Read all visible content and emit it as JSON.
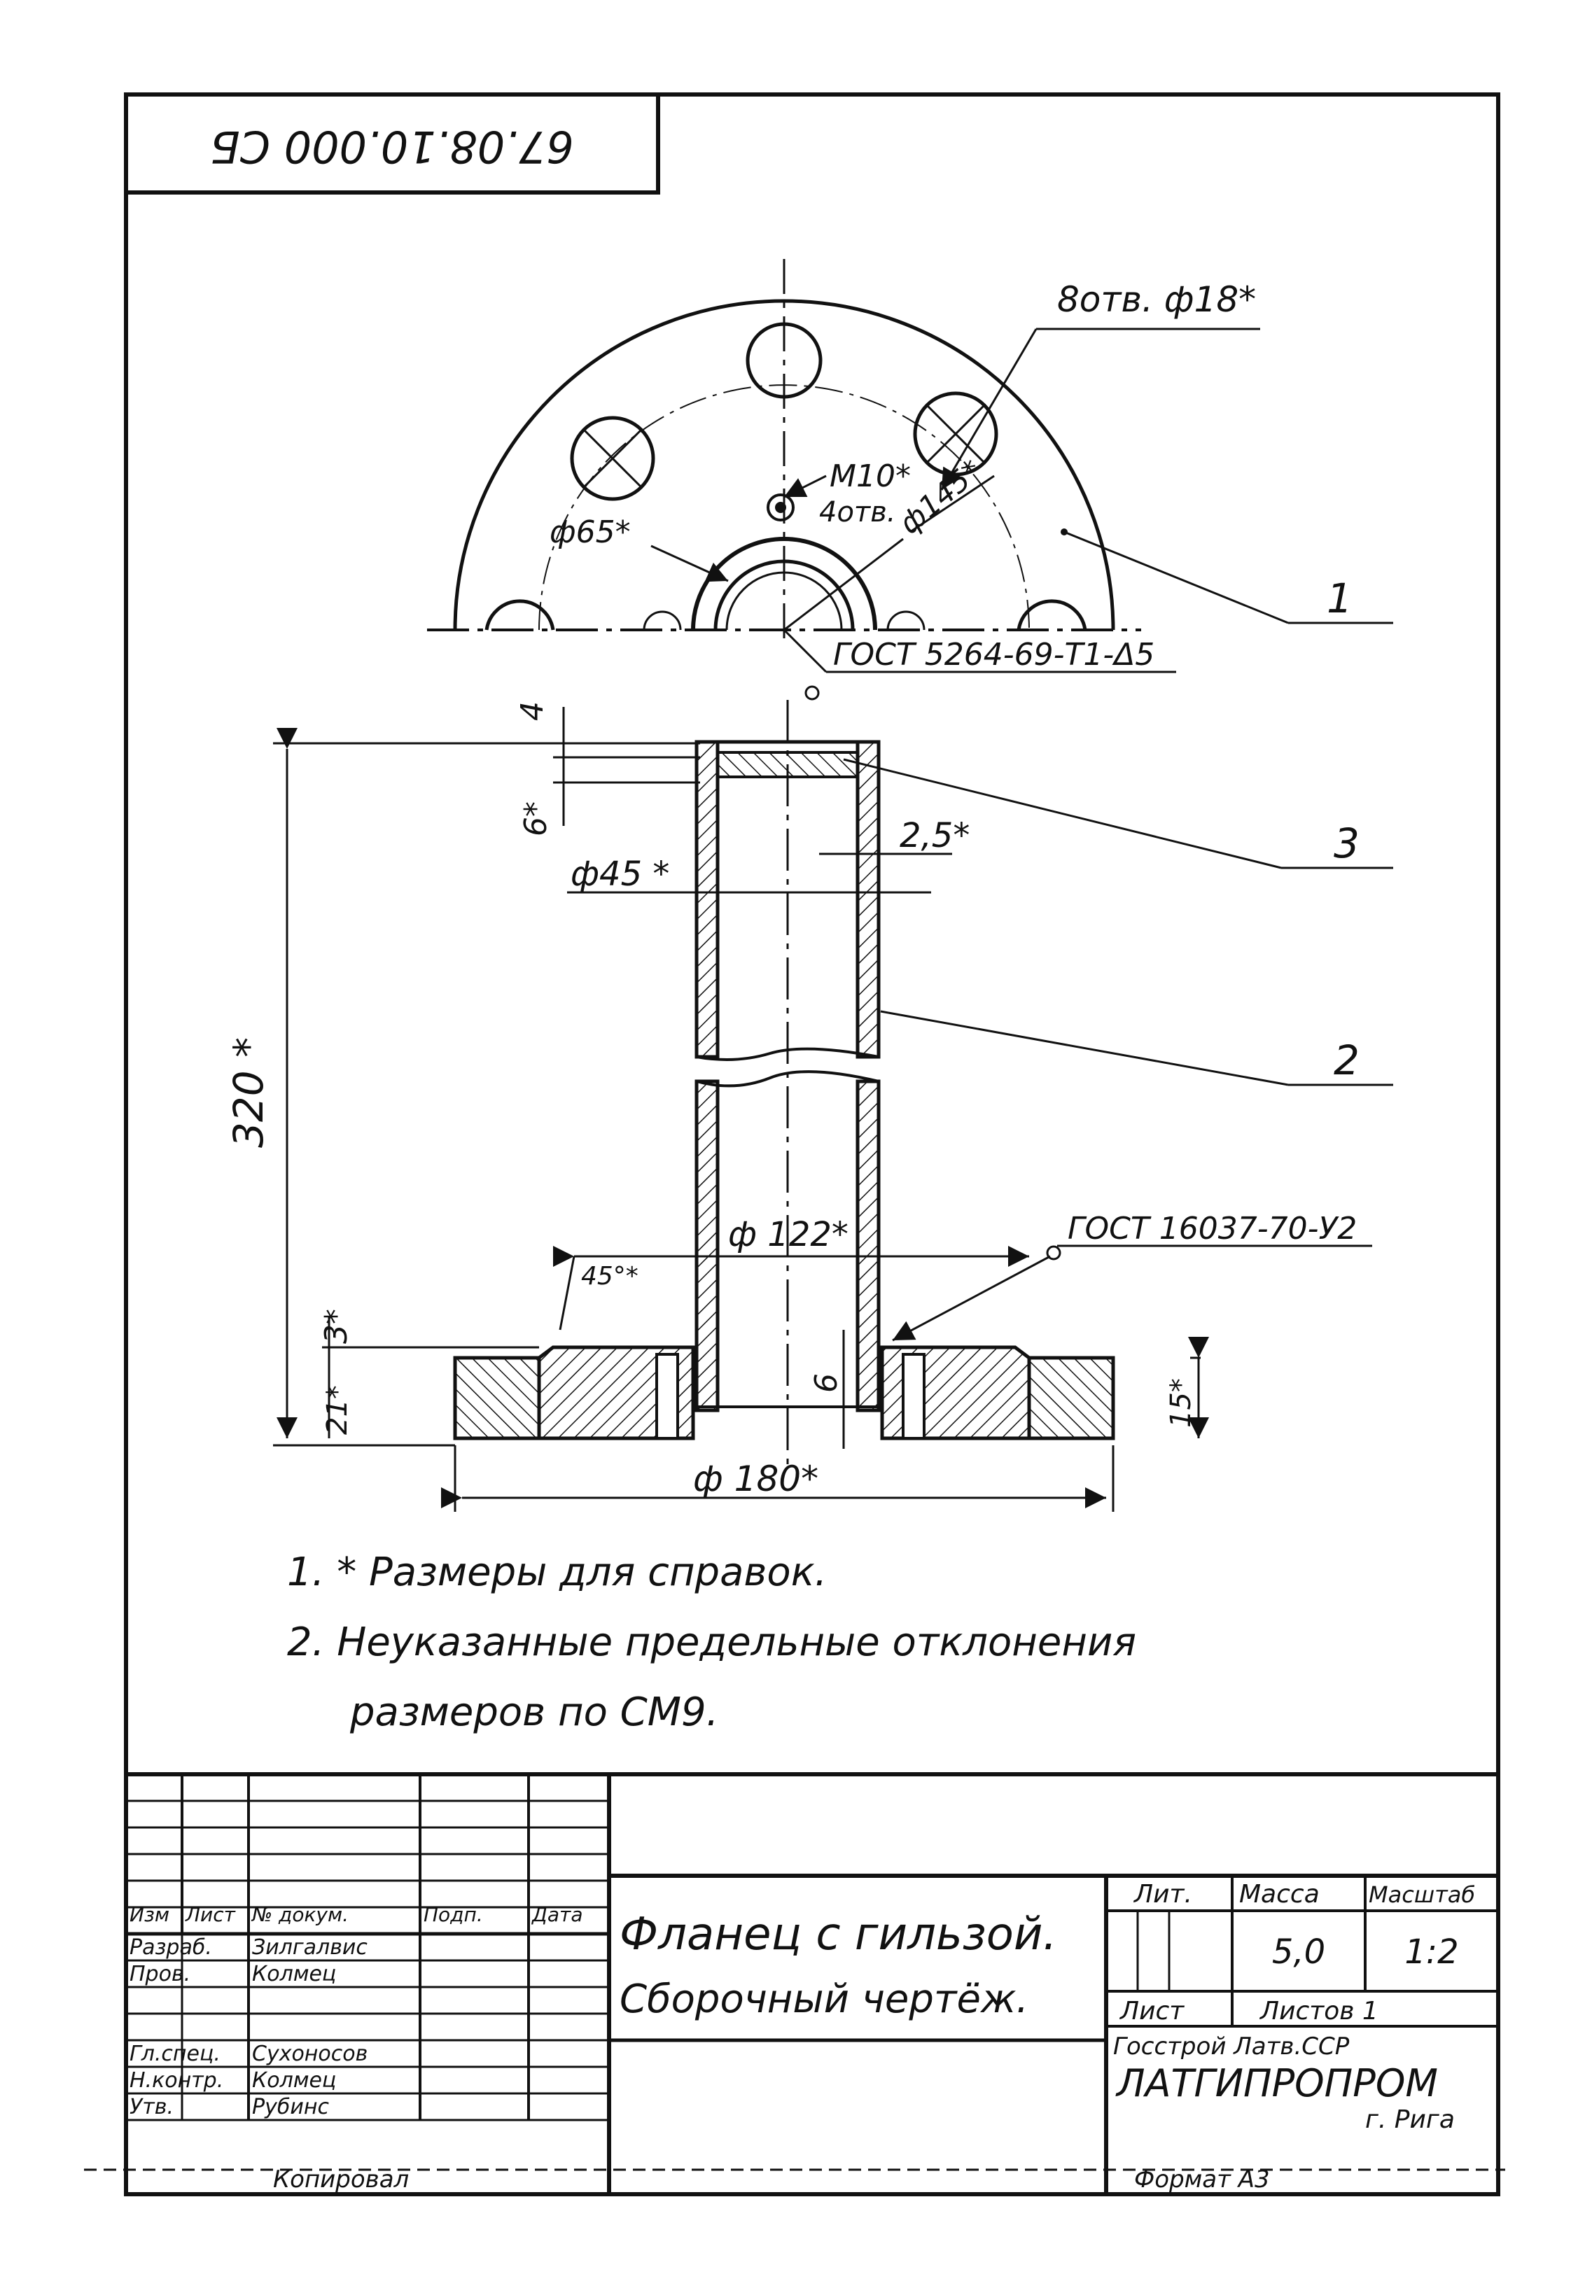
{
  "drawing": {
    "stamp_top": "67.08.10.000 СБ",
    "designation": "67.08.10.000 СБ",
    "callouts": {
      "holes": "8отв. ф18*",
      "thread": "М10*",
      "thread_count": "4отв.",
      "d_bolt_circle": "ф145*",
      "d_bore": "ф65*",
      "weld_top": "ГОСТ 5264-69-Т1-Δ5",
      "weld_bottom": "ГОСТ 16037-70-У2"
    },
    "dims": {
      "d4": "4",
      "d6": "6*",
      "wall": "2,5*",
      "d45": "ф45 *",
      "h320": "320 *",
      "d122": "ф 122*",
      "ch45": "45°*",
      "d3": "3*",
      "d21": "21*",
      "d15": "15*",
      "d6b": "6",
      "d180": "ф 180*"
    },
    "items": [
      "1",
      "2",
      "3"
    ],
    "notes": [
      "1. * Размеры для справок.",
      "2. Неуказанные предельные отклонения",
      "размеров по СМ9."
    ]
  },
  "title_block": {
    "title_line1": "Фланец с гильзой.",
    "title_line2": "Сборочный чертёж.",
    "head": [
      "Изм",
      "Лист",
      "№ докум.",
      "Подп.",
      "Дата"
    ],
    "rows": [
      [
        "Разраб.",
        "Зилгалвис"
      ],
      [
        "Пров.",
        "Колмец"
      ],
      [
        "Гл.спец.",
        "Сухоносов"
      ],
      [
        "Н.контр.",
        "Колмец"
      ],
      [
        "Утв.",
        "Рубинс"
      ]
    ],
    "lit_label": "Лит.",
    "mass_label": "Масса",
    "scale_label": "Масштаб",
    "mass": "5,0",
    "scale": "1:2",
    "sheet_label": "Лист",
    "sheets_label": "Листов 1",
    "org1": "Госстрой Латв.ССР",
    "org2": "ЛАТГИПРОПРОМ",
    "city": "г. Рига",
    "copied": "Копировал",
    "format": "Формат А3"
  }
}
